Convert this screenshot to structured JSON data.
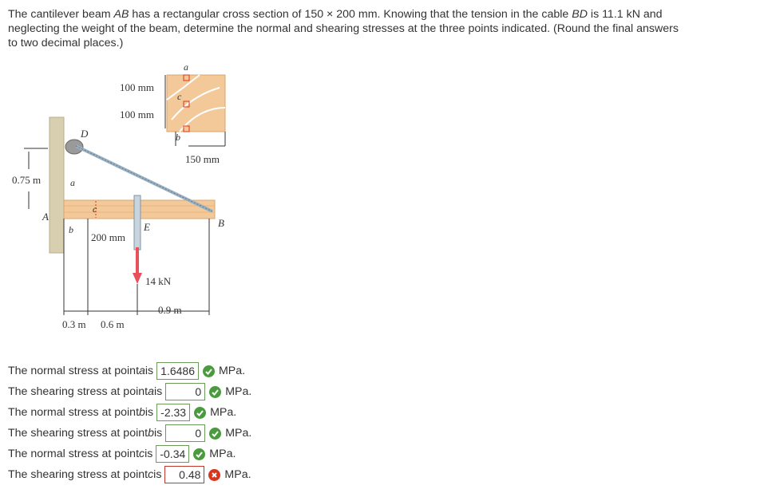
{
  "problem": {
    "line1_a": "The cantilever beam ",
    "line1_ab": "AB",
    "line1_b": " has a rectangular cross section of 150 × 200 mm. Knowing that the tension in the cable ",
    "line1_bd": "BD",
    "line1_c": " is 11.1 kN and",
    "line2": "neglecting the weight of the beam, determine the normal and shearing stresses at the three points indicated. (Round the final answers",
    "line3": "to two decimal places.)"
  },
  "figure": {
    "label_100a": "100 mm",
    "label_100b": "100 mm",
    "label_150": "150 mm",
    "label_200": "200 mm",
    "label_075": "0.75 m",
    "label_03": "0.3 m",
    "label_06": "0.6 m",
    "label_09": "0.9 m",
    "force": "14 kN",
    "pt_a_top": "a",
    "pt_c_top": "c",
    "pt_b_top": "b",
    "pt_D": "D",
    "pt_A": "A",
    "pt_B": "B",
    "pt_E": "E",
    "pt_a": "a",
    "pt_b": "b",
    "pt_c": "c"
  },
  "answers": [
    {
      "prefix": "The normal stress at point ",
      "point": "a",
      "suffix": " is",
      "value": "1.6486",
      "unit": "MPa.",
      "status": "correct"
    },
    {
      "prefix": "The shearing stress at point ",
      "point": "a",
      "suffix": " is",
      "value": "0",
      "unit": "MPa.",
      "status": "correct"
    },
    {
      "prefix": "The normal stress at point ",
      "point": "b",
      "suffix": " is",
      "value": "-2.33",
      "unit": "MPa.",
      "status": "correct"
    },
    {
      "prefix": "The shearing stress at point ",
      "point": "b",
      "suffix": " is",
      "value": "0",
      "unit": "MPa.",
      "status": "correct"
    },
    {
      "prefix": "The normal stress at point ",
      "point": "c",
      "suffix": " is",
      "value": "-0.34",
      "unit": "MPa.",
      "status": "correct"
    },
    {
      "prefix": "The shearing stress at point ",
      "point": "c",
      "suffix": " is",
      "value": "0.48",
      "unit": "MPa.",
      "status": "incorrect"
    }
  ],
  "colors": {
    "correct": "#4a9a3e",
    "incorrect": "#d9361c",
    "beam": "#f3c99a",
    "wall": "#d8cfb0",
    "force": "#e8505b"
  }
}
